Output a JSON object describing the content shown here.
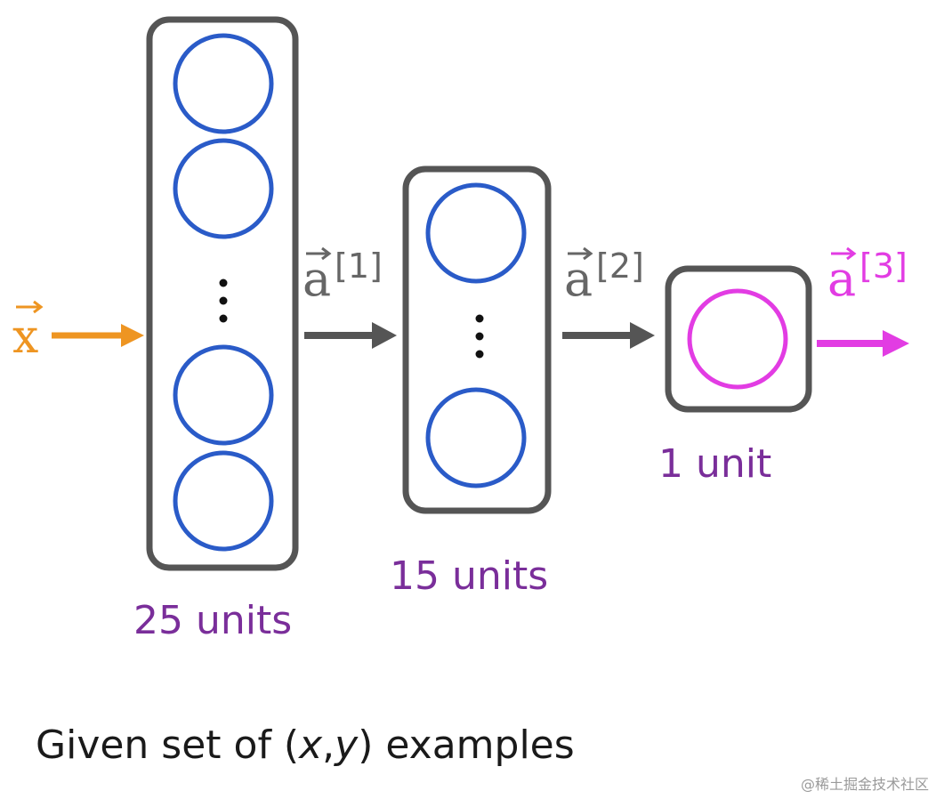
{
  "colors": {
    "input": "#ee9522",
    "hidden_neuron": "#2a5bc8",
    "output": "#e23ce3",
    "arrow_gray": "#555555",
    "units_text": "#7a2e9a"
  },
  "input": {
    "symbol": "x"
  },
  "activations": [
    {
      "symbol": "a",
      "superscript": "[1]"
    },
    {
      "symbol": "a",
      "superscript": "[2]"
    },
    {
      "symbol": "a",
      "superscript": "[3]"
    }
  ],
  "layers": [
    {
      "units_label": "25 units"
    },
    {
      "units_label": "15 units"
    },
    {
      "units_label": "1 unit"
    }
  ],
  "caption": {
    "prefix": "Given set of (",
    "x": "x",
    "comma": ",",
    "y": "y",
    "suffix": ") examples"
  },
  "watermark": "@稀土掘金技术社区"
}
